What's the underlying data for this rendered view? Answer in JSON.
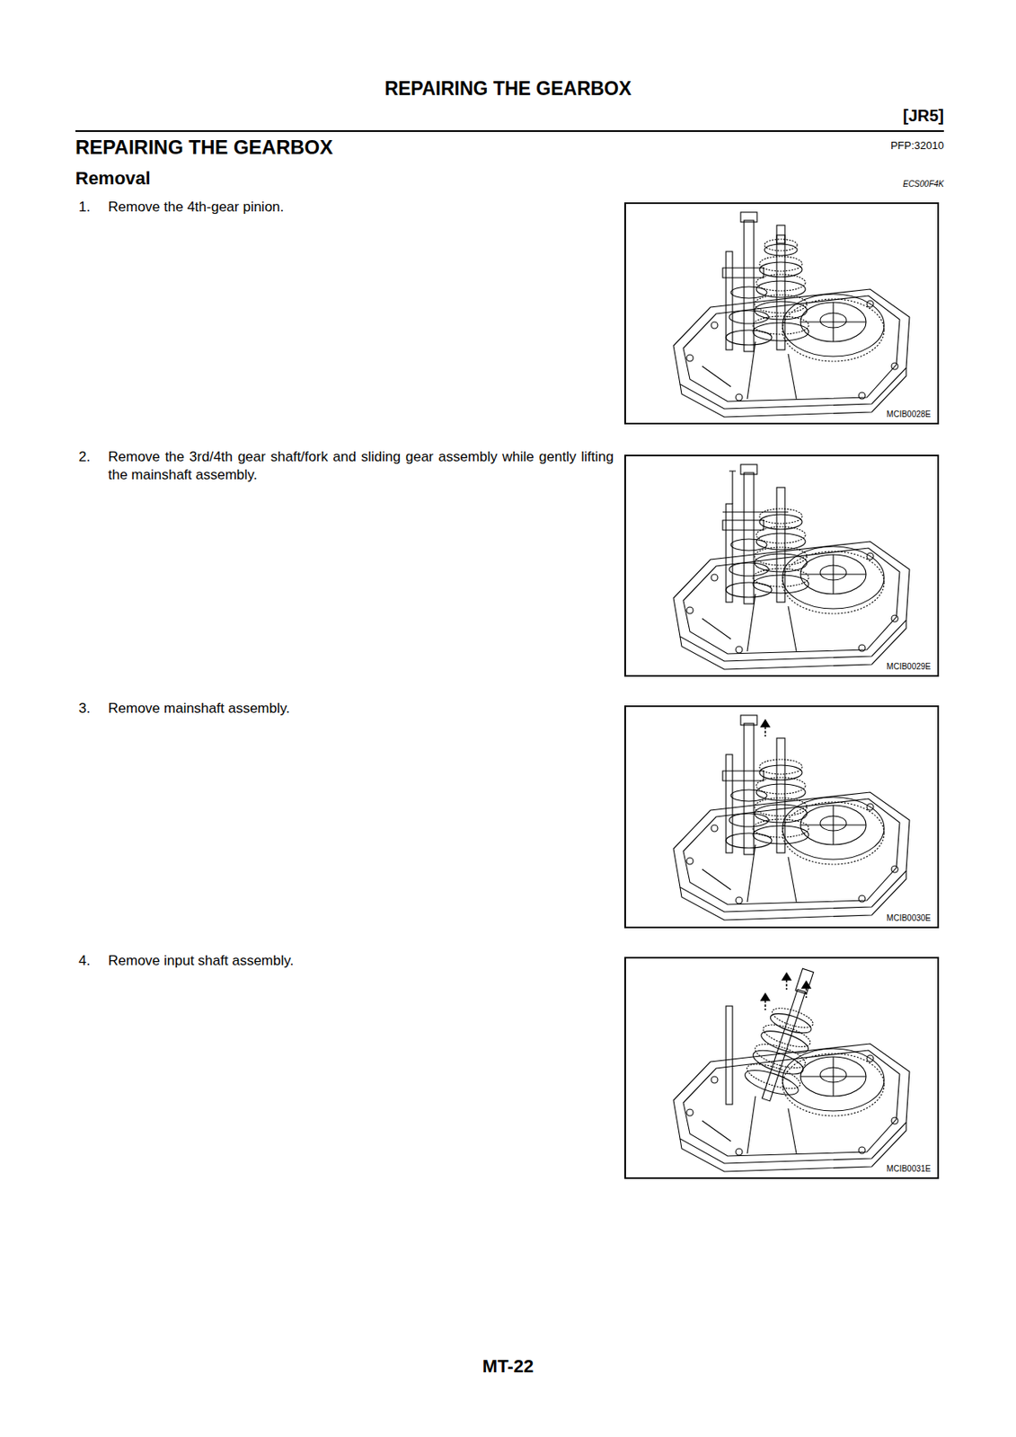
{
  "diagram": {
    "title": "REPAIRING THE GEARBOX",
    "nodes": [
      {
        "text": [
          "MCIB0028E"
        ]
      },
      {
        "text": [
          "MCIB0029E"
        ]
      },
      {
        "text": [
          "MCIB0030E"
        ]
      },
      {
        "text": [
          "MCIB0031E"
        ]
      }
    ],
    "labels": [
      "[JR5]",
      "REPAIRING THE GEARBOX",
      "PFP:32010",
      "Removal",
      "ECS00F4K",
      "1.",
      "Remove the 4th-gear pinion.",
      "2.",
      "Remove the 3rd/4th gear shaft/fork and sliding gear assembly while gently lifting the mainshaft assembly.",
      "3.",
      "Remove mainshaft assembly.",
      "4.",
      "Remove input shaft assembly.",
      "MT-22"
    ]
  }
}
